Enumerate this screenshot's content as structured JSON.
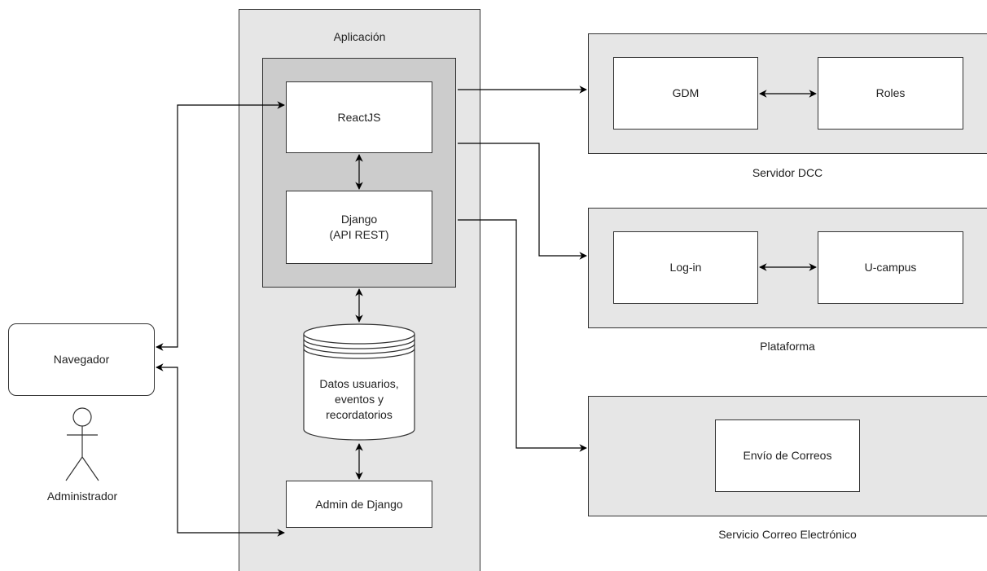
{
  "app_container": {
    "title": "Aplicación"
  },
  "nodes": {
    "reactjs": "ReactJS",
    "django": "Django\n(API REST)",
    "database": "Datos usuarios,\neventos y\nrecordatorios",
    "admin_django": "Admin de Django",
    "navegador": "Navegador",
    "actor": "Administrador",
    "gdm": "GDM",
    "roles": "Roles",
    "login": "Log-in",
    "ucampus": "U-campus",
    "envio": "Envío de Correos"
  },
  "containers": {
    "servidor_dcc": "Servidor DCC",
    "plataforma": "Plataforma",
    "servicio_correo": "Servicio Correo Electrónico"
  },
  "colors": {
    "outer": "#e6e6e6",
    "inner": "#cccccc",
    "line": "#000000"
  }
}
